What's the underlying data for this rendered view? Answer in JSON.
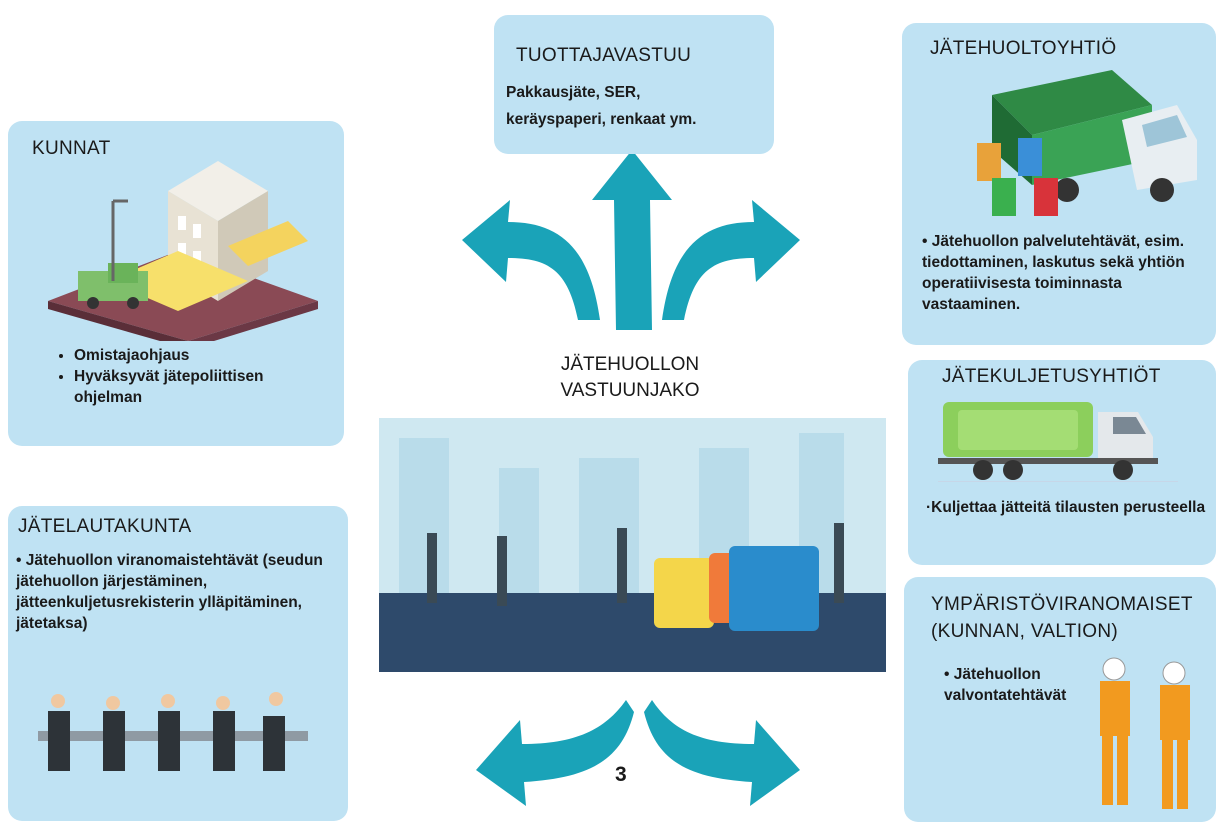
{
  "center": {
    "title_line1": "JÄTEHUOLLON",
    "title_line2": "VASTUUNJAKO"
  },
  "page_number": "3",
  "boxes": {
    "tuottajavastuu": {
      "title": "TUOTTAJAVASTUU",
      "lines": [
        "Pakkausjäte, SER,",
        "keräyspaperi, renkaat ym."
      ]
    },
    "kunnat": {
      "title": "KUNNAT",
      "bullets": [
        "Omistajaohjaus",
        "Hyväksyvät jätepoliittisen ohjelman"
      ]
    },
    "jatehuoltoyhtio": {
      "title": "JÄTEHUOLTOYHTIÖ",
      "text": "• Jätehuollon palvelutehtävät, esim. tiedottaminen, laskutus sekä yhtiön operatiivisesta toiminnasta vastaaminen."
    },
    "jatekuljetusyhtiot": {
      "title": "JÄTEKULJETUSYHTIÖT",
      "text": "·Kuljettaa jätteitä tilausten perusteella"
    },
    "jatelautakunta": {
      "title": "JÄTELAUTAKUNTA",
      "text": "• Jätehuollon viranomaistehtävät (seudun jätehuollon järjestäminen, jätteenkuljetusrekisterin ylläpitäminen, jätetaksa)"
    },
    "ymparistoviranomaiset": {
      "title_line1": "YMPÄRISTÖVIRANOMAISET",
      "title_line2": "(KUNNAN, VALTION)",
      "text": "• Jätehuollon valvontatehtävät"
    }
  },
  "colors": {
    "box": "#bfe2f3",
    "arrow": "#1aa3b8",
    "street": "#2e4a6b",
    "sky": "#cfe8f1"
  },
  "icons": [
    "building-illustration",
    "garbage-truck-illustration",
    "bins-illustration",
    "recycling-truck-illustration",
    "meeting-illustration",
    "workers-illustration",
    "city-recycling-scene"
  ]
}
